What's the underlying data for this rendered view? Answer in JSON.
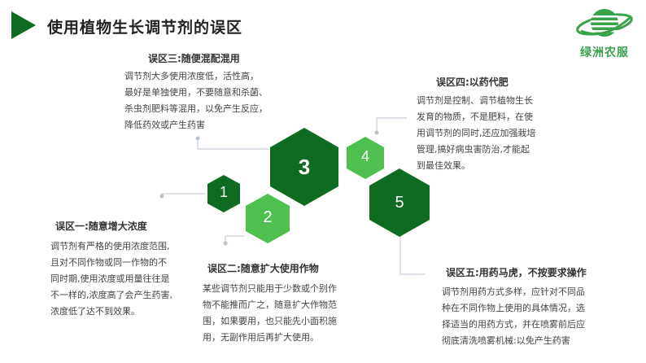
{
  "header": {
    "title": "使用植物生长调节剂的误区"
  },
  "logo": {
    "text": "绿洲农服",
    "color": "#3aa24a"
  },
  "colors": {
    "dark_green": "#0e6b1f",
    "light_green": "#4fbf4f",
    "connector": "#b9c4cf"
  },
  "hexagons": [
    {
      "label": "1",
      "shade": "dark"
    },
    {
      "label": "2",
      "shade": "light"
    },
    {
      "label": "3",
      "shade": "dark"
    },
    {
      "label": "4",
      "shade": "light"
    },
    {
      "label": "5",
      "shade": "dark"
    }
  ],
  "mistakes": [
    {
      "title": "误区一:随意增大浓度",
      "lines": [
        "调节剂有严格的使用浓度范围,",
        "且对不同作物或同一作物的不",
        "同时期,使用浓度或用量往往是",
        "不一样的,浓度高了会产生药害,",
        "浓度低了达不到效果。"
      ]
    },
    {
      "title": "误区二:随意扩大使用作物",
      "lines": [
        "某些调节剂只能用于少数或个别作",
        "物不能推而广之，随意扩大作物范",
        "围，如果要用，也只能先小面积施",
        "用，无副作用后再扩大使用。"
      ]
    },
    {
      "title": "误区三:随便混配混用",
      "lines": [
        "调节剂大多使用浓度低，活性高，",
        "最好是单独使用，不要随意和杀菌、",
        "杀虫剂肥料等混用，以免产生反应，",
        "降低药效或产生药害"
      ]
    },
    {
      "title": "误区四:以药代肥",
      "lines": [
        "调节剂是控制、调节植物生长",
        "发育的物质，不是肥料，在使",
        "用调节剂的同时,还应加强栽培",
        "管理,搞好病虫害防治,才能起",
        "到最佳效果。"
      ]
    },
    {
      "title": "误区五:用药马虎，不按要求操作",
      "lines": [
        "调节剂用药方式多样，应针对不同品",
        "种在不同作物上使用的具体情况，选",
        "择适当的用药方式，并在喷雾前后应",
        "彻底清洗喷雾机械:以免产生药害"
      ]
    }
  ]
}
